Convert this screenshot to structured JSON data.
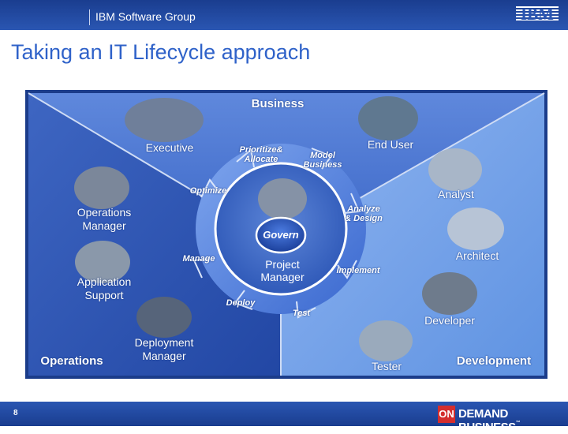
{
  "header": {
    "group": "IBM Software Group",
    "logo": "IBM"
  },
  "slide": {
    "title": "Taking an IT Lifecycle approach",
    "page_number": "8"
  },
  "footer": {
    "on": "ON",
    "brand": "DEMAND BUSINESS",
    "tm": "™"
  },
  "regions": {
    "business": "Business",
    "operations": "Operations",
    "development": "Development"
  },
  "roles": {
    "executive": "Executive",
    "end_user": "End User",
    "analyst": "Analyst",
    "architect": "Architect",
    "developer": "Developer",
    "tester": "Tester",
    "deployment_manager_1": "Deployment",
    "deployment_manager_2": "Manager",
    "application_support_1": "Application",
    "application_support_2": "Support",
    "operations_manager_1": "Operations",
    "operations_manager_2": "Manager"
  },
  "cycle": {
    "prioritize_1": "Prioritize&",
    "prioritize_2": "Allocate",
    "model_1": "Model",
    "model_2": "Business",
    "analyze_1": "Analyze",
    "analyze_2": "& Design",
    "implement": "Implement",
    "test": "Test",
    "deploy": "Deploy",
    "manage": "Manage",
    "optimize": "Optimize"
  },
  "center": {
    "govern": "Govern",
    "pm_1": "Project",
    "pm_2": "Manager"
  },
  "colors": {
    "header": "#1a3d8f",
    "title": "#2f62c9",
    "on_red": "#d42e2e"
  }
}
